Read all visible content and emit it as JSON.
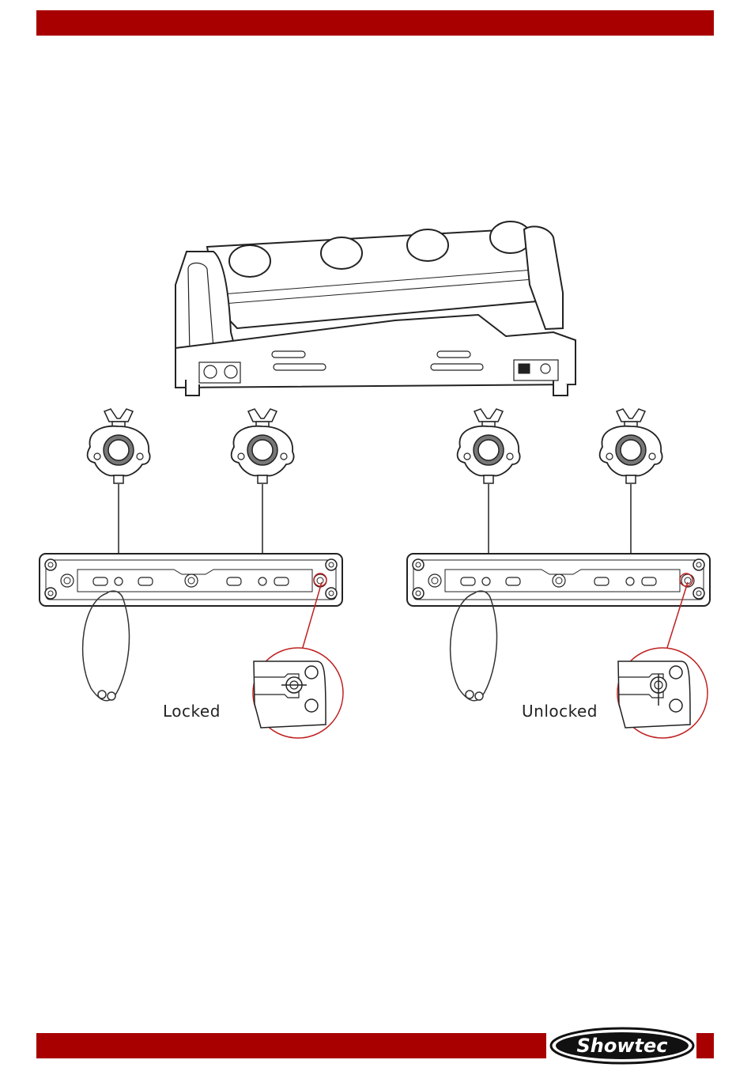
{
  "labels": {
    "locked": "Locked",
    "unlocked": "Unlocked"
  },
  "brand": {
    "logo_text": "Showtec",
    "accent_color": "#a80000"
  }
}
